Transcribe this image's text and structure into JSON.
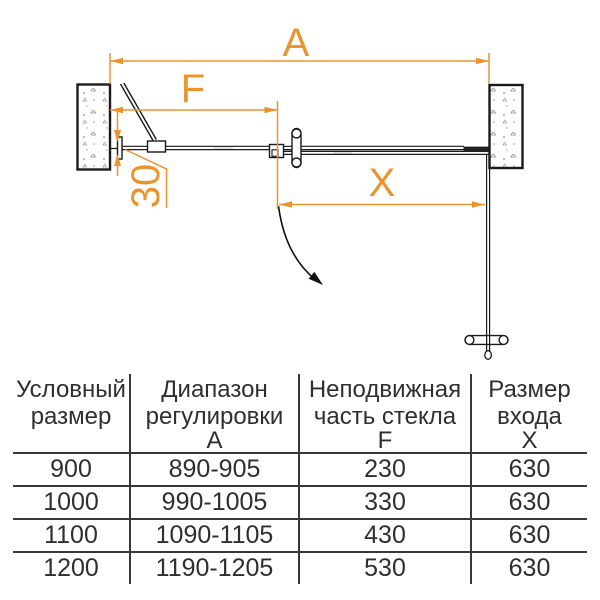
{
  "diagram": {
    "dim_total": "A",
    "dim_fixed": "F",
    "dim_entry": "X",
    "dim_profile_offset": "30",
    "accent_color": "#EA9430",
    "line_color": "#1a1a1a"
  },
  "table": {
    "headers": [
      {
        "title": "Условный размер",
        "letter": ""
      },
      {
        "title": "Диапазон регулировки",
        "letter": "А"
      },
      {
        "title": "Неподвижная часть стекла",
        "letter": "F"
      },
      {
        "title": "Размер входа",
        "letter": "Х"
      }
    ],
    "rows": [
      [
        "900",
        "890-905",
        "230",
        "630"
      ],
      [
        "1000",
        "990-1005",
        "330",
        "630"
      ],
      [
        "1100",
        "1090-1105",
        "430",
        "630"
      ],
      [
        "1200",
        "1190-1205",
        "530",
        "630"
      ]
    ]
  }
}
